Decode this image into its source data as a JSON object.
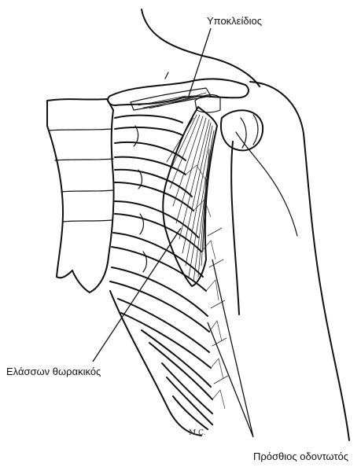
{
  "labels": {
    "subclavius": "Υποκλείδιος",
    "pectoralis_minor": "Ελάσσων θωρακικός",
    "serratus_anterior": "Πρόσθιος οδοντωτός"
  },
  "artist_signature": "M.C.",
  "colors": {
    "ink": "#111111",
    "background": "#ffffff"
  }
}
